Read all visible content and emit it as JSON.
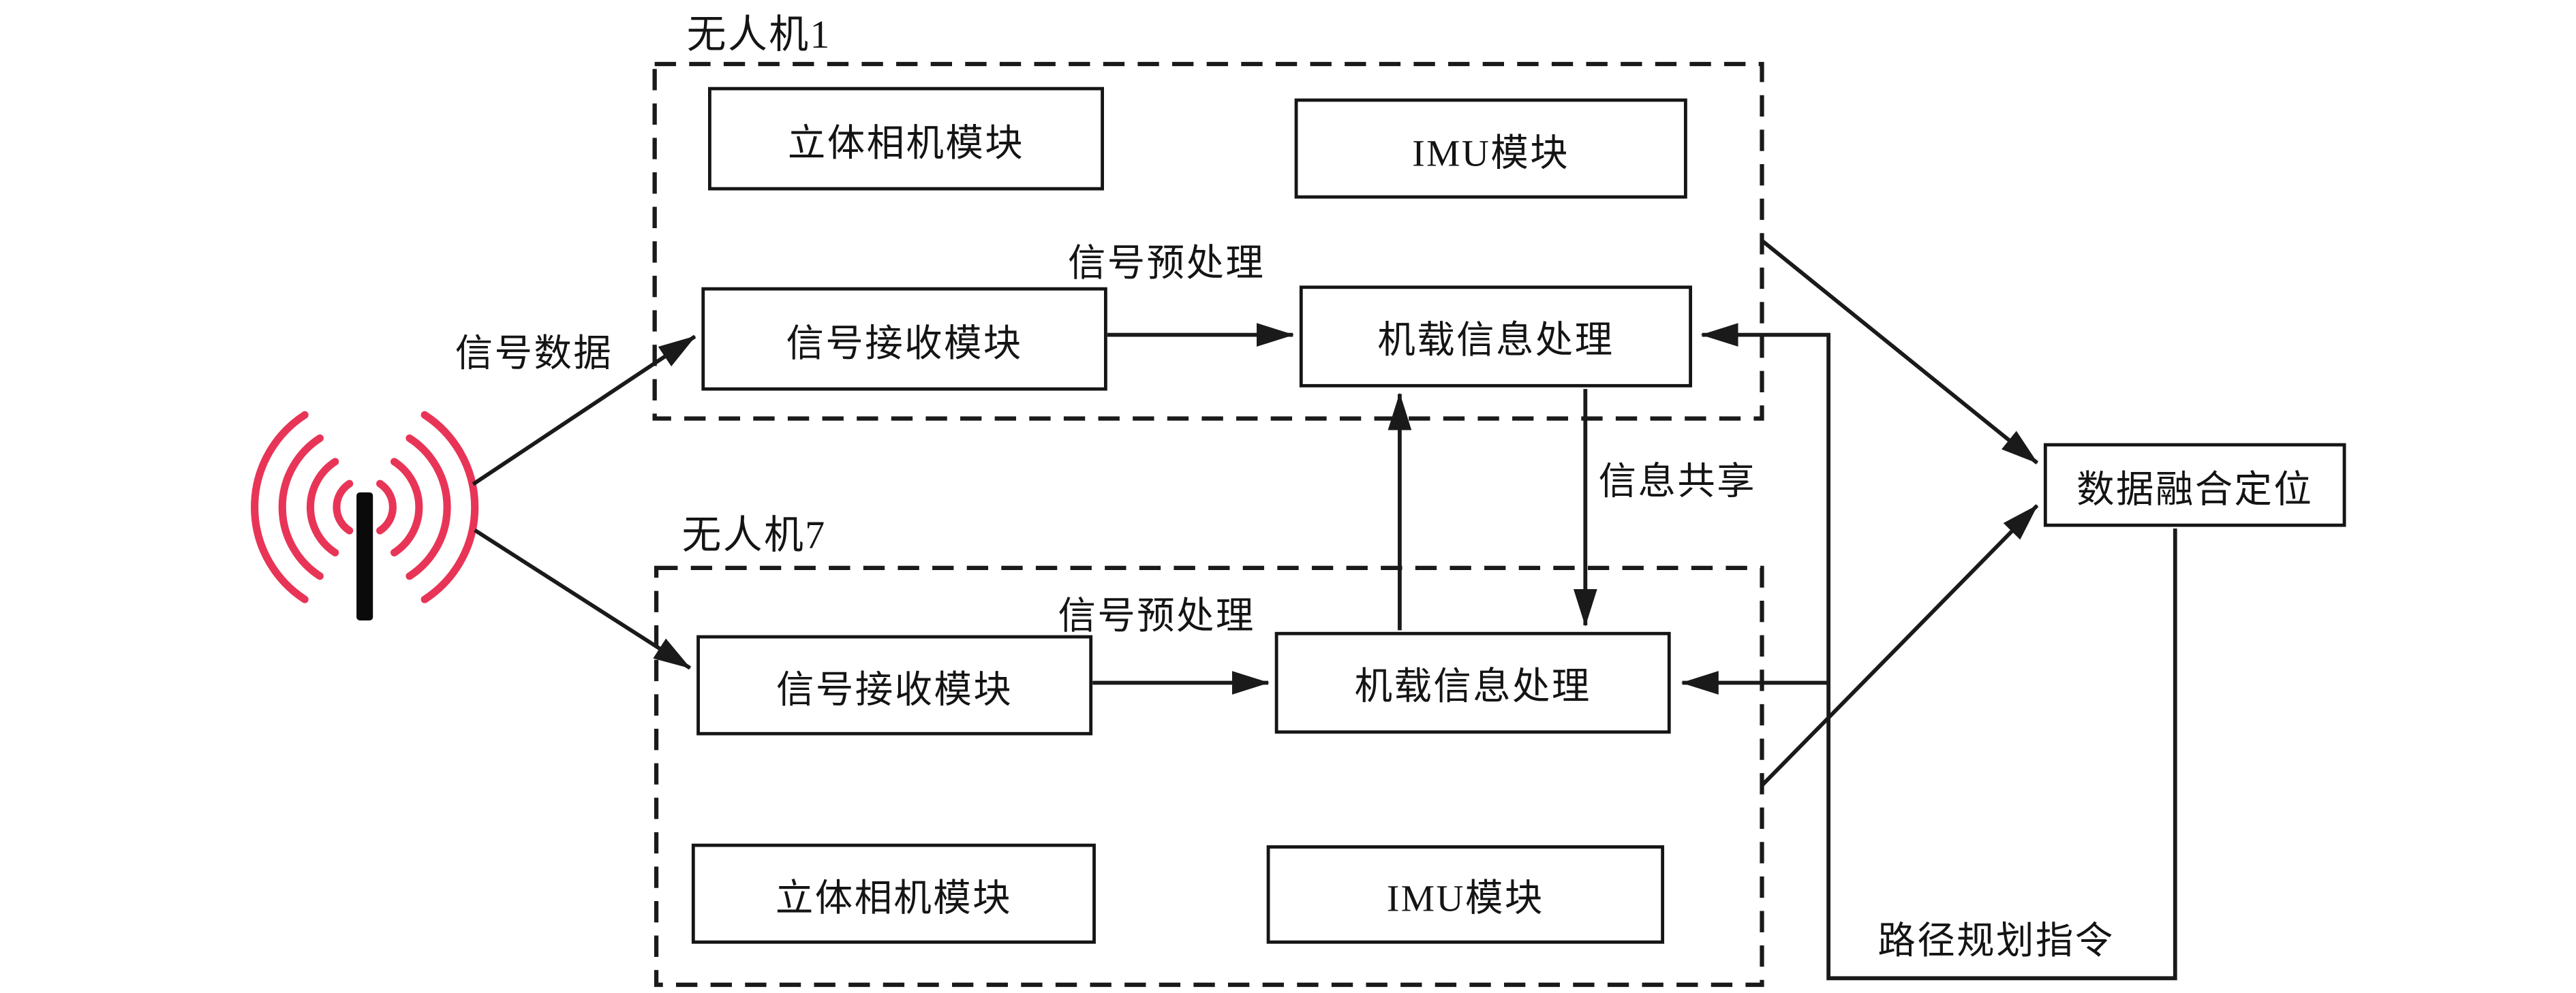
{
  "figure": {
    "colors": {
      "line": "#1a1a1a",
      "antenna": "#e83557"
    },
    "drone1": {
      "title": "无人机1",
      "camera_module": "立体相机模块",
      "imu_module": "IMU模块",
      "receiver_module": "信号接收模块",
      "processor_module": "机载信息处理",
      "preprocess_label": "信号预处理"
    },
    "drone7": {
      "title": "无人机7",
      "camera_module": "立体相机模块",
      "imu_module": "IMU模块",
      "receiver_module": "信号接收模块",
      "processor_module": "机载信息处理",
      "preprocess_label": "信号预处理"
    },
    "fusion_box": "数据融合定位",
    "annotations": {
      "signal_data": "信号数据",
      "info_share": "信息共享",
      "path_plan": "路径规划指令"
    }
  }
}
